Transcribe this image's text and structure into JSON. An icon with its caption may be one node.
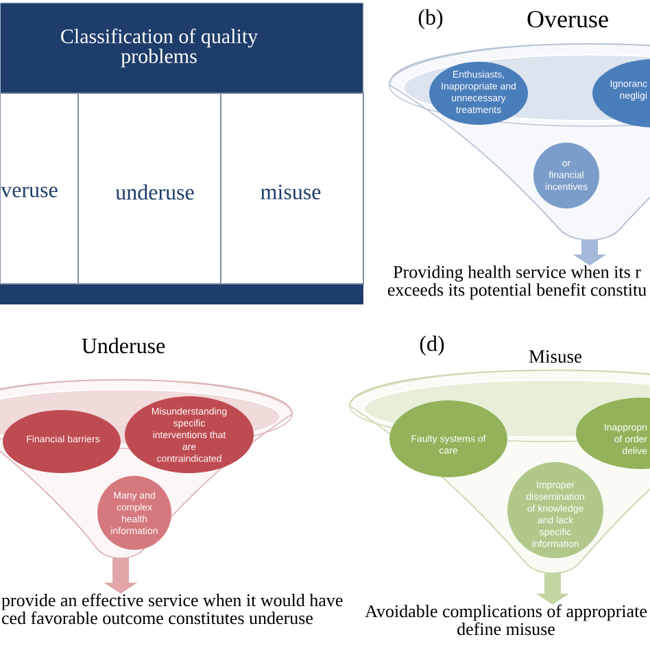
{
  "diagram": {
    "nodes": [
      {
        "text": [
          "Classification of quality problems"
        ]
      },
      {
        "text": [
          "veruse"
        ]
      },
      {
        "text": [
          "underuse"
        ]
      },
      {
        "text": [
          "misuse"
        ]
      },
      {
        "text": [],
        "shape": "funnel"
      },
      {
        "text": [
          "Enthusiasts, Inappropriate and unnecessary treatments"
        ],
        "in": 4
      },
      {
        "text": [
          "Ignoranc negligi"
        ],
        "in": 4
      },
      {
        "text": [
          "or financial incentives"
        ],
        "in": 4
      },
      {
        "text": [
          "Providing health service when its r exceeds its potential benefit constitu"
        ]
      },
      {
        "text": [],
        "shape": "funnel"
      },
      {
        "text": [
          "Financial barriers"
        ],
        "in": 9
      },
      {
        "text": [
          "Misunderstanding specific interventions that are contraindicated"
        ],
        "in": 9
      },
      {
        "text": [
          "Many and complex health information"
        ],
        "in": 9
      },
      {
        "text": [
          "provide an effective service when it would have ced favorable outcome constitutes underuse"
        ]
      },
      {
        "text": [],
        "shape": "funnel"
      },
      {
        "text": [
          "Faulty systems of care"
        ],
        "in": 14
      },
      {
        "text": [
          "Inappropri of order delive"
        ],
        "in": 14
      },
      {
        "text": [
          "Improper dissemination of knowledge and lack specific information"
        ],
        "in": 14
      },
      {
        "text": [
          "Avoidable complications of appropriate define misuse"
        ]
      }
    ],
    "edges": [
      {
        "from": 4,
        "to": 8,
        "arrow": "to",
        "color": "#a4b9d9"
      },
      {
        "from": 9,
        "to": 13,
        "arrow": "to",
        "color": "#e2a6a9"
      },
      {
        "from": 14,
        "to": 18,
        "arrow": "to",
        "color": "#c3d6a1"
      }
    ],
    "labels": [
      "(b)",
      "Overuse",
      "Underuse",
      "(d)",
      "Misuse"
    ]
  }
}
